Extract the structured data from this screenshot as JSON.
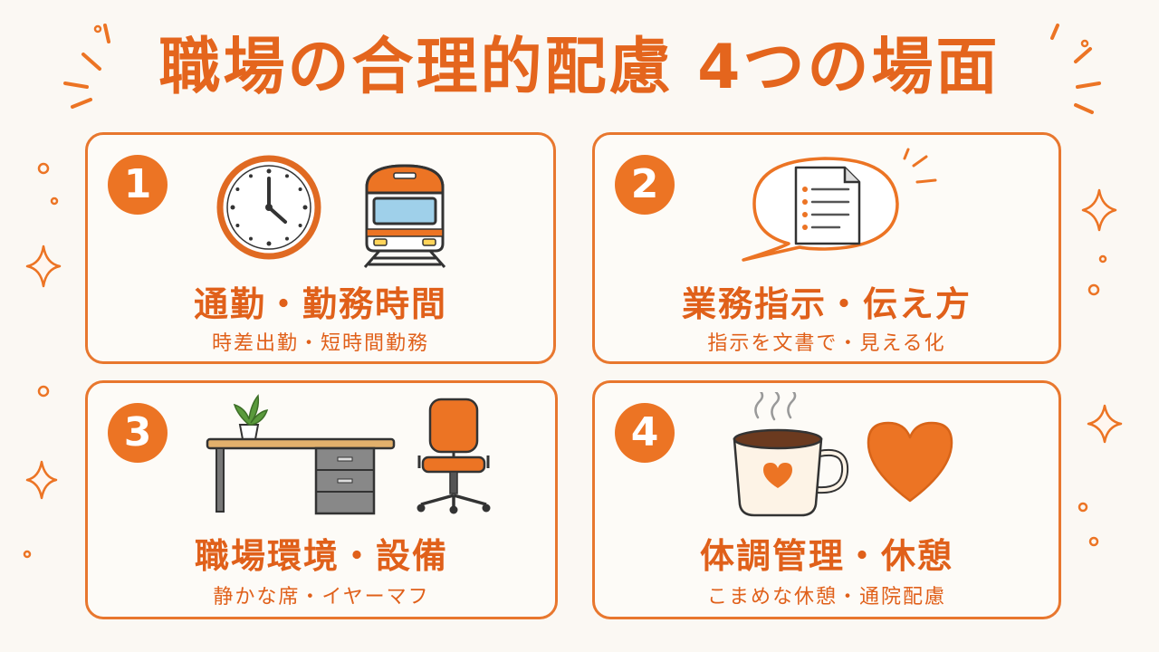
{
  "title": "職場の合理的配慮 4つの場面",
  "cards": [
    {
      "number": "1",
      "heading": "通勤・勤務時間",
      "sub": "時差出勤・短時間勤務",
      "icons": [
        "clock-icon",
        "train-icon"
      ]
    },
    {
      "number": "2",
      "heading": "業務指示・伝え方",
      "sub": "指示を文書で・見える化",
      "icons": [
        "speech-bubble-document-icon"
      ]
    },
    {
      "number": "3",
      "heading": "職場環境・設備",
      "sub": "静かな席・イヤーマフ",
      "icons": [
        "desk-icon",
        "plant-icon",
        "office-chair-icon"
      ]
    },
    {
      "number": "4",
      "heading": "体調管理・休憩",
      "sub": "こまめな休憩・通院配慮",
      "icons": [
        "coffee-mug-icon",
        "heart-icon"
      ]
    }
  ],
  "colors": {
    "accent": "#e8772e",
    "number_circle": "#ec7424",
    "text": "#e0601a",
    "background": "#fbf8f3"
  }
}
